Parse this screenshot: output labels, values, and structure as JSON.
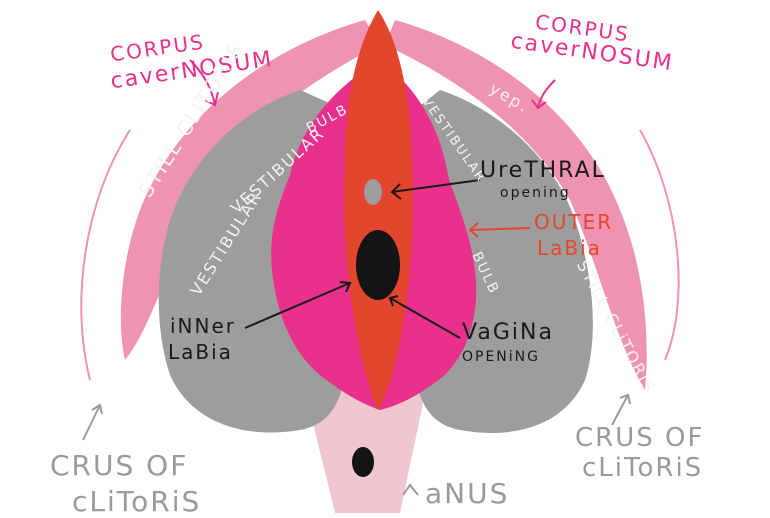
{
  "labels": {
    "corpus_cavernosum_left": [
      "CORPUS",
      "caverNOSUM"
    ],
    "corpus_cavernosum_right": [
      "CORPUS",
      "caverNOSUM"
    ],
    "still_clitoris_left": "STILL CLITORIS",
    "still_clitoris_right": "STILL CLiTORiS",
    "yep": "yep.",
    "bulb_top": "BULB",
    "vestibular_top": "VESTIBULAR",
    "vestibular_left": "VESTIBULAR",
    "vestibular_right": "VESTIBULAR",
    "bulb_right": "BULB",
    "urethral_opening": [
      "UreTHRAL",
      "opening"
    ],
    "outer_labia": [
      "OUTER",
      "LaBia"
    ],
    "inner_labia": [
      "iNNer",
      "LaBia"
    ],
    "vagina_opening": [
      "VaGiNa",
      "OPENiNG"
    ],
    "crus_left": [
      "CRUS OF",
      "cLiToRiS"
    ],
    "crus_right": [
      "CRUS OF",
      "cLiToRiS"
    ],
    "anus": "aNUS"
  },
  "colors": {
    "hot_pink": "#e9308c",
    "light_pink": "#ee94b1",
    "shaft_pink": "#f08ab0",
    "red": "#e3452d",
    "grey": "#9d9d9d",
    "black": "#141414",
    "skin": "#f0c7cf"
  }
}
